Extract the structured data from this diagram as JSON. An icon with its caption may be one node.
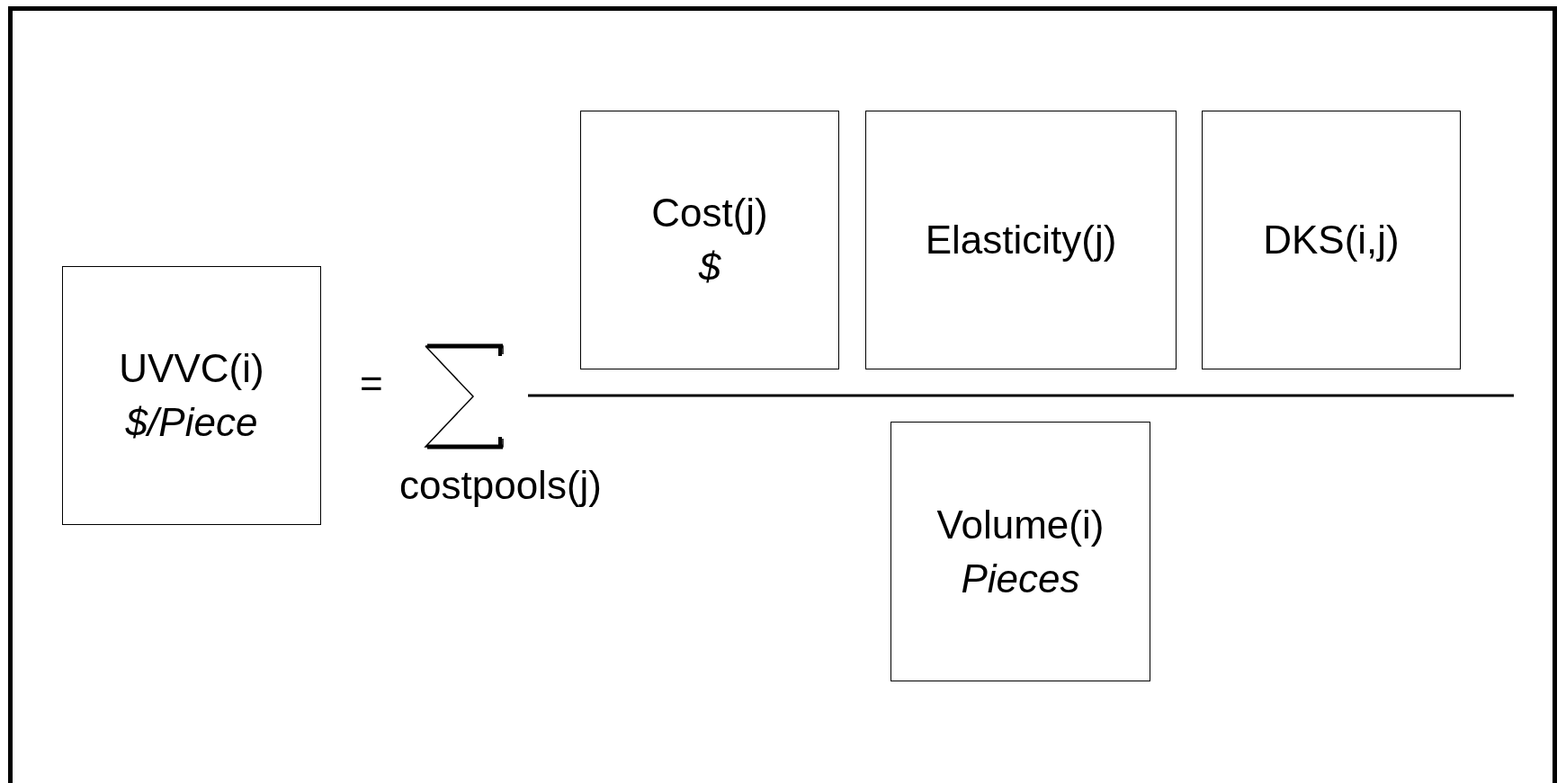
{
  "diagram": {
    "nodes": [
      {
        "text": [
          "UVVC(i)",
          "$/Piece"
        ]
      },
      {
        "text": [
          "Cost(j)",
          "$"
        ]
      },
      {
        "text": [
          "Elasticity(j)"
        ]
      },
      {
        "text": [
          "DKS(i,j)"
        ]
      },
      {
        "text": [
          "Volume(i)",
          "Pieces"
        ]
      }
    ],
    "labels": [
      "=",
      "costpools(j)"
    ]
  }
}
